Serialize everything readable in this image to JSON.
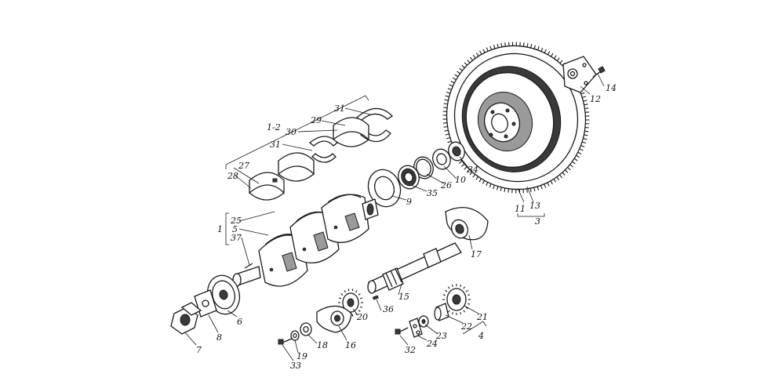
{
  "diagram": {
    "callouts": {
      "c1": "1",
      "c1_2": "1-2",
      "c3": "3",
      "c4": "4",
      "c5": "5",
      "c6": "6",
      "c7": "7",
      "c8": "8",
      "c9": "9",
      "c10": "10",
      "c11": "11",
      "c12": "12",
      "c13": "13",
      "c14": "14",
      "c15": "15",
      "c16": "16",
      "c17": "17",
      "c18": "18",
      "c19": "19",
      "c20": "20",
      "c21": "21",
      "c22": "22",
      "c23": "23",
      "c24": "24",
      "c25": "25",
      "c26": "26",
      "c27": "27",
      "c28": "28",
      "c29": "29",
      "c30": "30",
      "c31a": "31",
      "c31b": "31",
      "c32": "32",
      "c33": "33",
      "c34": "34",
      "c35": "35",
      "c36": "36",
      "c37": "37"
    }
  }
}
